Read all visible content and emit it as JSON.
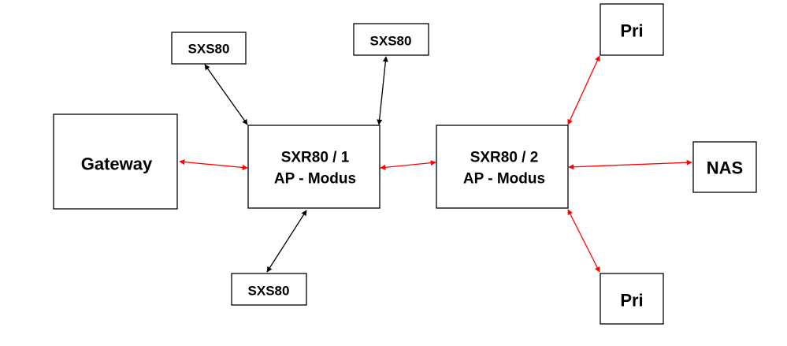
{
  "colors": {
    "red_link": "#ff0000",
    "black_link": "#000000",
    "box_border": "#000000",
    "background": "#ffffff"
  },
  "nodes": {
    "gateway": {
      "label": "Gateway"
    },
    "sxs80_top_left": {
      "label": "SXS80"
    },
    "sxs80_top_right": {
      "label": "SXS80"
    },
    "sxs80_bottom": {
      "label": "SXS80"
    },
    "sxr80_1": {
      "line1": "SXR80 / 1",
      "line2": "AP - Modus"
    },
    "sxr80_2": {
      "line1": "SXR80 / 2",
      "line2": "AP - Modus"
    },
    "pri_top": {
      "label": "Pri"
    },
    "pri_bottom": {
      "label": "Pri"
    },
    "nas": {
      "label": "NAS"
    }
  },
  "links": [
    {
      "from": "gateway",
      "to": "sxr80_1",
      "color": "red",
      "bidirectional": true
    },
    {
      "from": "sxr80_1",
      "to": "sxs80_top_left",
      "color": "black",
      "bidirectional": true
    },
    {
      "from": "sxr80_1",
      "to": "sxs80_top_right",
      "color": "black",
      "bidirectional": true
    },
    {
      "from": "sxr80_1",
      "to": "sxs80_bottom",
      "color": "black",
      "bidirectional": true
    },
    {
      "from": "sxr80_1",
      "to": "sxr80_2",
      "color": "red",
      "bidirectional": true
    },
    {
      "from": "sxr80_2",
      "to": "pri_top",
      "color": "red",
      "bidirectional": true
    },
    {
      "from": "sxr80_2",
      "to": "nas",
      "color": "red",
      "bidirectional": true
    },
    {
      "from": "sxr80_2",
      "to": "pri_bottom",
      "color": "red",
      "bidirectional": true
    }
  ]
}
